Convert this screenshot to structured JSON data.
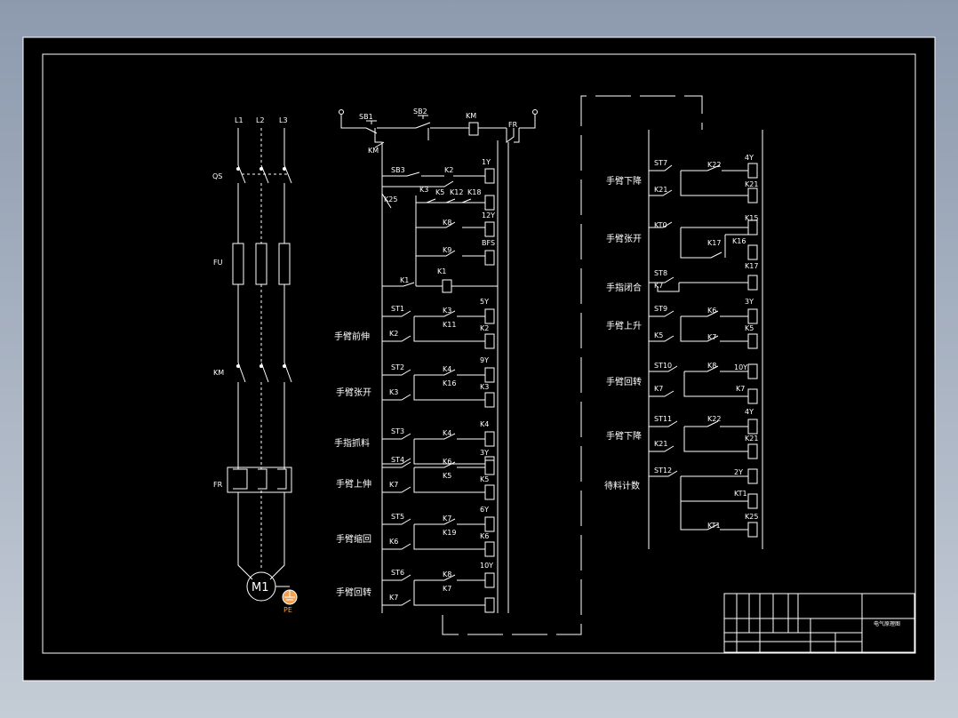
{
  "power": {
    "phases": [
      "L1",
      "L2",
      "L3"
    ],
    "labels": {
      "switch": "QS",
      "fuse": "FU",
      "contactor": "KM",
      "relay": "FR",
      "motor": "M1",
      "earth": "PE"
    }
  },
  "top": {
    "sb1": "SB1",
    "sb2": "SB2",
    "km": "KM",
    "fr": "FR",
    "km2": "KM"
  },
  "left_ladder": {
    "labels": [
      "SB3",
      "K2",
      "1Y",
      "K25",
      "K3",
      "K5",
      "K12",
      "K18",
      "12Y",
      "K8",
      "BFS",
      "K9",
      "K1",
      "K1"
    ],
    "rows": [
      {
        "c": [
          "ST1",
          "K3",
          "5Y",
          "K11",
          "K2",
          "K2"
        ]
      },
      {
        "c": [
          "ST2",
          "K4",
          "9Y",
          "K16",
          "K3",
          "K3"
        ]
      },
      {
        "c": [
          "ST3",
          "K4",
          "K4"
        ]
      },
      {
        "c": [
          "ST4",
          "K6",
          "3Y",
          "K5",
          "K7",
          "K5"
        ]
      },
      {
        "c": [
          "ST5",
          "K7",
          "6Y",
          "K19",
          "K6",
          "K6"
        ]
      },
      {
        "c": [
          "ST6",
          "K8",
          "10Y",
          "K7",
          "K7"
        ]
      }
    ],
    "desc": [
      "手臂前伸",
      "手臂张开",
      "手指抓料",
      "手臂上伸",
      "手臂缩回",
      "手臂回转"
    ]
  },
  "right_ladder": {
    "desc": [
      "手臂下降",
      "手臂张开",
      "手指闭合",
      "手臂上升",
      "手臂回转",
      "手臂下降",
      "待料计数"
    ],
    "labels": [
      "ST7",
      "K22",
      "4Y",
      "K21",
      "K21",
      "KT0",
      "K15",
      "K17",
      "K16",
      "ST8",
      "K17",
      "K7",
      "ST9",
      "K6",
      "3Y",
      "K5",
      "K7",
      "K5",
      "ST10",
      "K8",
      "10Y",
      "K7",
      "K7",
      "ST11",
      "K22",
      "4Y",
      "K21",
      "K21",
      "ST12",
      "2Y",
      "KT1",
      "K25",
      "KT1"
    ]
  },
  "title_block": {
    "name": "电气原理图"
  }
}
